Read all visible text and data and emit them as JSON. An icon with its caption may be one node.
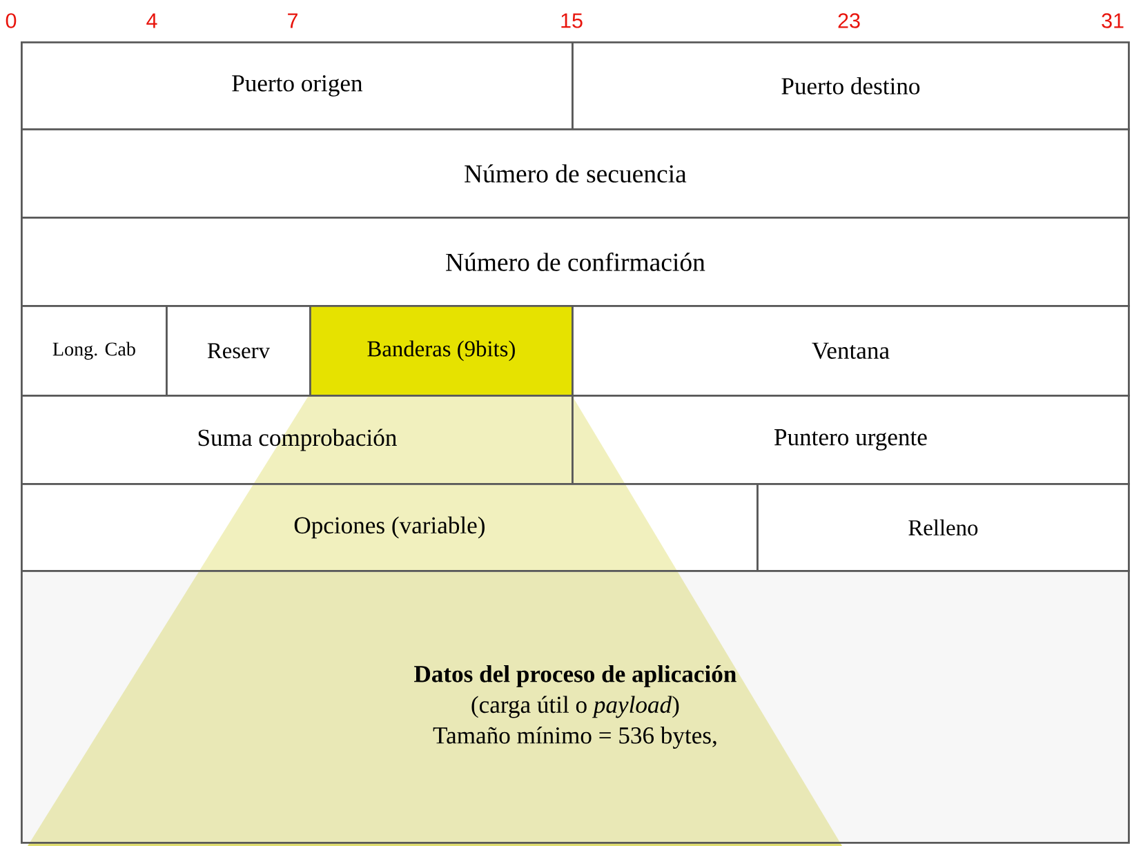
{
  "diagram": {
    "nodes": [
      {
        "text": [
          "Puerto origen"
        ]
      },
      {
        "text": [
          "Puerto destino"
        ]
      },
      {
        "text": [
          "Número de secuencia"
        ]
      },
      {
        "text": [
          "Número de confirmación"
        ]
      },
      {
        "text": [
          "Long. Cab"
        ]
      },
      {
        "text": [
          "Reserv"
        ]
      },
      {
        "text": [
          "Banderas (9bits)"
        ]
      },
      {
        "text": [
          "Ventana"
        ]
      },
      {
        "text": [
          "Suma comprobación"
        ]
      },
      {
        "text": [
          "Puntero urgente"
        ]
      },
      {
        "text": [
          "Opciones (variable)"
        ]
      },
      {
        "text": [
          "Relleno"
        ]
      },
      {
        "text": [
          "Datos del proceso de aplicación",
          "(carga útil o *payload*)",
          "Tamaño mínimo = 536 bytes,"
        ]
      }
    ],
    "labels": [
      "0",
      "4",
      "7",
      "15",
      "23",
      "31"
    ]
  }
}
